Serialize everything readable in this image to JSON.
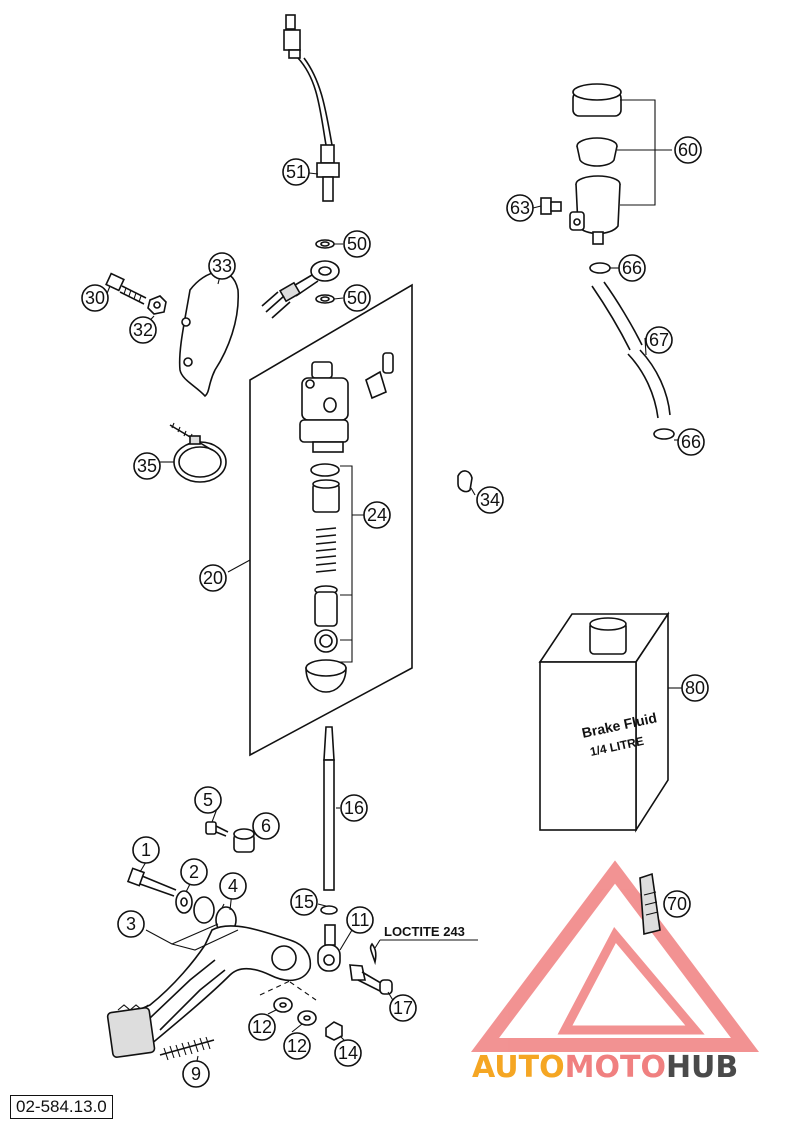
{
  "document_code": "02-584.13.0",
  "loctite_label": "LOCTITE 243",
  "brake_fluid_can": {
    "line1": "Brake Fluid",
    "line2": "1/4 LITRE"
  },
  "watermark": {
    "part1": "AUTO",
    "part2": "MOTO",
    "part3": "HUB",
    "color_orange": "#f5a623",
    "color_red": "#f08080",
    "color_gray": "#4a4a4a"
  },
  "callouts": [
    {
      "id": "c51",
      "label": "51"
    },
    {
      "id": "c60",
      "label": "60"
    },
    {
      "id": "c63",
      "label": "63"
    },
    {
      "id": "c50a",
      "label": "50"
    },
    {
      "id": "c50b",
      "label": "50"
    },
    {
      "id": "c66a",
      "label": "66"
    },
    {
      "id": "c33",
      "label": "33"
    },
    {
      "id": "c30",
      "label": "30"
    },
    {
      "id": "c32",
      "label": "32"
    },
    {
      "id": "c67",
      "label": "67"
    },
    {
      "id": "c66b",
      "label": "66"
    },
    {
      "id": "c35",
      "label": "35"
    },
    {
      "id": "c34",
      "label": "34"
    },
    {
      "id": "c24",
      "label": "24"
    },
    {
      "id": "c20",
      "label": "20"
    },
    {
      "id": "c80",
      "label": "80"
    },
    {
      "id": "c16",
      "label": "16"
    },
    {
      "id": "c5",
      "label": "5"
    },
    {
      "id": "c6",
      "label": "6"
    },
    {
      "id": "c1",
      "label": "1"
    },
    {
      "id": "c2",
      "label": "2"
    },
    {
      "id": "c4",
      "label": "4"
    },
    {
      "id": "c3",
      "label": "3"
    },
    {
      "id": "c15",
      "label": "15"
    },
    {
      "id": "c11",
      "label": "11"
    },
    {
      "id": "c70",
      "label": "70"
    },
    {
      "id": "c17",
      "label": "17"
    },
    {
      "id": "c12a",
      "label": "12"
    },
    {
      "id": "c12b",
      "label": "12"
    },
    {
      "id": "c14",
      "label": "14"
    },
    {
      "id": "c9",
      "label": "9"
    }
  ]
}
